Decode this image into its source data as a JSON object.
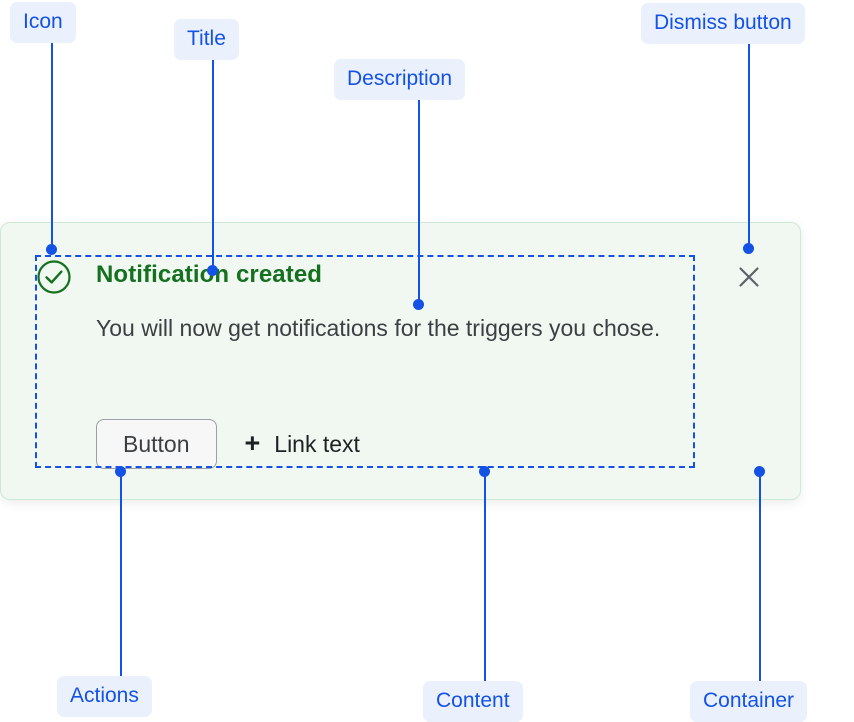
{
  "annotations": [
    {
      "id": "icon",
      "label": "Icon"
    },
    {
      "id": "title",
      "label": "Title"
    },
    {
      "id": "description",
      "label": "Description"
    },
    {
      "id": "dismiss",
      "label": "Dismiss button"
    },
    {
      "id": "actions",
      "label": "Actions"
    },
    {
      "id": "content",
      "label": "Content"
    },
    {
      "id": "container",
      "label": "Container"
    }
  ],
  "notification": {
    "status": "success",
    "icon_name": "check-circle-icon",
    "title": "Notification created",
    "description": "You will now get notifications for the triggers you chose.",
    "actions": {
      "button_label": "Button",
      "link_icon": "plus-icon",
      "link_label": "Link text"
    },
    "dismiss_icon": "close-icon"
  },
  "colors": {
    "annotation_blue": "#1452e6",
    "annotation_pill_bg": "#eaf1fd",
    "card_bg": "#f1f8f2",
    "card_border": "#cfe8d6",
    "title_green": "#15701f",
    "body_text": "#3c4043",
    "button_bg": "#f7f7f7",
    "button_border": "#9aa0a6",
    "dismiss_gray": "#5f6368"
  }
}
